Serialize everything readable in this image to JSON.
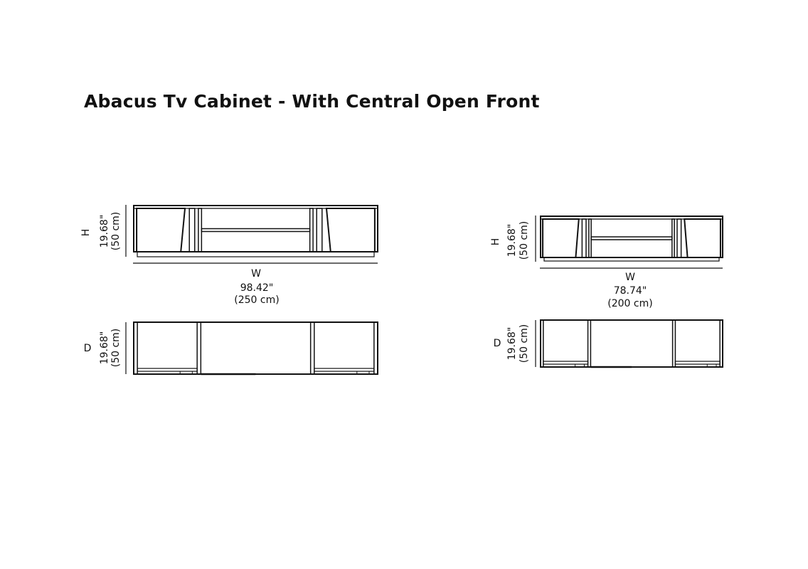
{
  "title": "Abacus Tv Cabinet - With Central Open Front",
  "variants": [
    {
      "height_label": "H",
      "height_in": "19.68\"",
      "height_cm": "(50 cm)",
      "width_label": "W",
      "width_in": "98.42\"",
      "width_cm": "(250 cm)",
      "depth_label": "D",
      "depth_in": "19.68\"",
      "depth_cm": "(50 cm)"
    },
    {
      "height_label": "H",
      "height_in": "19.68\"",
      "height_cm": "(50 cm)",
      "width_label": "W",
      "width_in": "78.74\"",
      "width_cm": "(200 cm)",
      "depth_label": "D",
      "depth_in": "19.68\"",
      "depth_cm": "(50 cm)"
    }
  ]
}
